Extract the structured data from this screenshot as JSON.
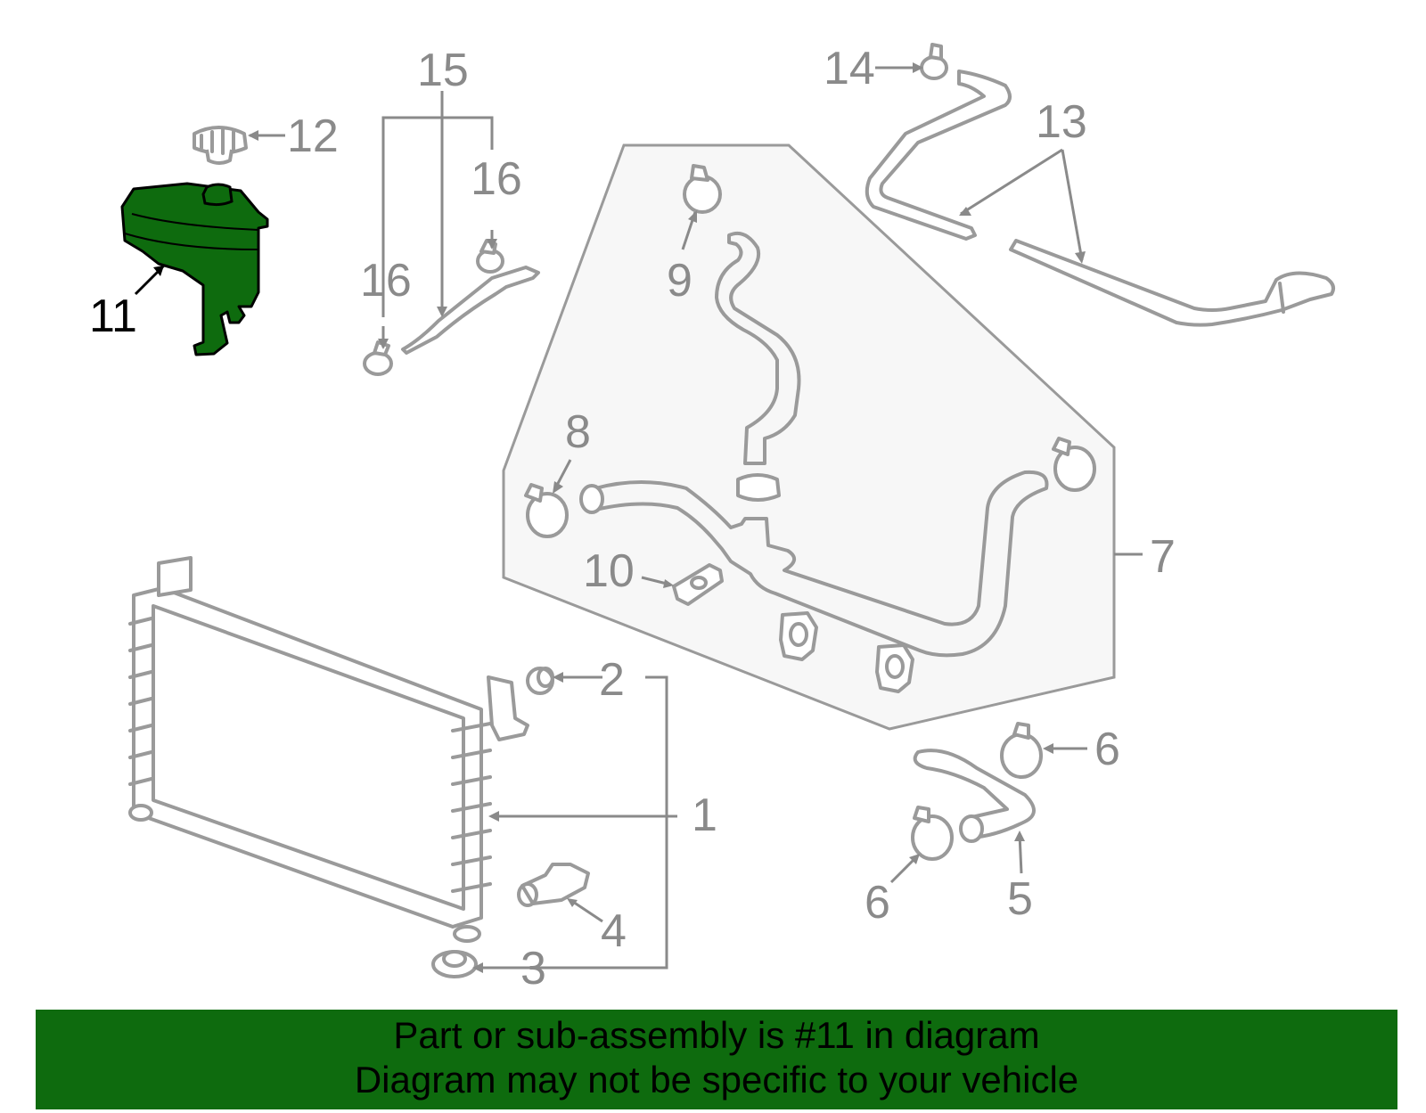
{
  "colors": {
    "highlight_fill": "#0e6b0e",
    "banner_background": "#0e6b0e",
    "part_stroke": "#9a9a9a",
    "kit_background": "#f7f7f7",
    "callout_gray": "#8a8a8a",
    "callout_active": "#000000"
  },
  "callouts": {
    "c1": "1",
    "c2": "2",
    "c3": "3",
    "c4": "4",
    "c5": "5",
    "c6a": "6",
    "c6b": "6",
    "c7": "7",
    "c8": "8",
    "c9": "9",
    "c10": "10",
    "c11": "11",
    "c12": "12",
    "c13": "13",
    "c14": "14",
    "c15": "15",
    "c16a": "16",
    "c16b": "16"
  },
  "highlighted_part": "11",
  "banner": {
    "line1": "Part or sub-assembly is #11 in diagram",
    "line2": "Diagram may not be specific to your vehicle"
  }
}
